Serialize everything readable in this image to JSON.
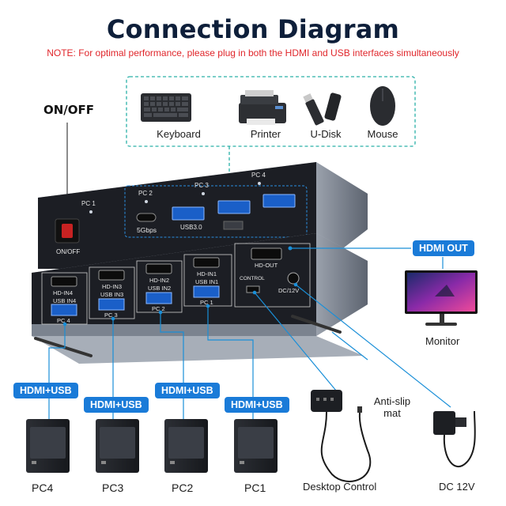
{
  "title": "Connection Diagram",
  "note": "NOTE: For optimal performance, please plug in both the HDMI and USB interfaces simultaneously",
  "power_switch_label": "ON/OFF",
  "peripherals": [
    {
      "label": "Keyboard",
      "icon": "keyboard-icon"
    },
    {
      "label": "Printer",
      "icon": "printer-icon"
    },
    {
      "label": "U-Disk",
      "icon": "usb-drive-icon"
    },
    {
      "label": "Mouse",
      "icon": "mouse-icon"
    }
  ],
  "device": {
    "top_panel": {
      "pc_leds": [
        "PC 1",
        "PC 2",
        "PC 3",
        "PC 4"
      ],
      "switch_label": "ON/OFF",
      "usbc_label": "5Gbps",
      "usb_label": "USB3.0"
    },
    "rear_panel": {
      "ports": [
        {
          "hdmi": "HD-IN4",
          "usb": "USB IN4",
          "pc": "PC 4"
        },
        {
          "hdmi": "HD-IN3",
          "usb": "USB IN3",
          "pc": "PC 3"
        },
        {
          "hdmi": "HD-IN2",
          "usb": "USB IN2",
          "pc": "PC 2"
        },
        {
          "hdmi": "HD-IN1",
          "usb": "USB IN1",
          "pc": "PC 1"
        }
      ],
      "hdmi_out": "HD-OUT",
      "control": "CONTROL",
      "power": "DC/12V"
    }
  },
  "outputs": {
    "hdmi_out_badge": "HDMI OUT",
    "monitor_label": "Monitor",
    "antislip_label": "Anti-slip mat",
    "desktop_control_label": "Desktop Control",
    "dc_label": "DC 12V"
  },
  "computers": [
    {
      "label": "PC4",
      "cable": "HDMI+USB"
    },
    {
      "label": "PC3",
      "cable": "HDMI+USB"
    },
    {
      "label": "PC2",
      "cable": "HDMI+USB"
    },
    {
      "label": "PC1",
      "cable": "HDMI+USB"
    }
  ],
  "colors": {
    "accent": "#1a7bd8",
    "note_red": "#e0262b",
    "leader": "#1a8fd8",
    "dashed": "#2ab0a8",
    "panel": "#1c1e24",
    "casing": "#8d95a2"
  }
}
